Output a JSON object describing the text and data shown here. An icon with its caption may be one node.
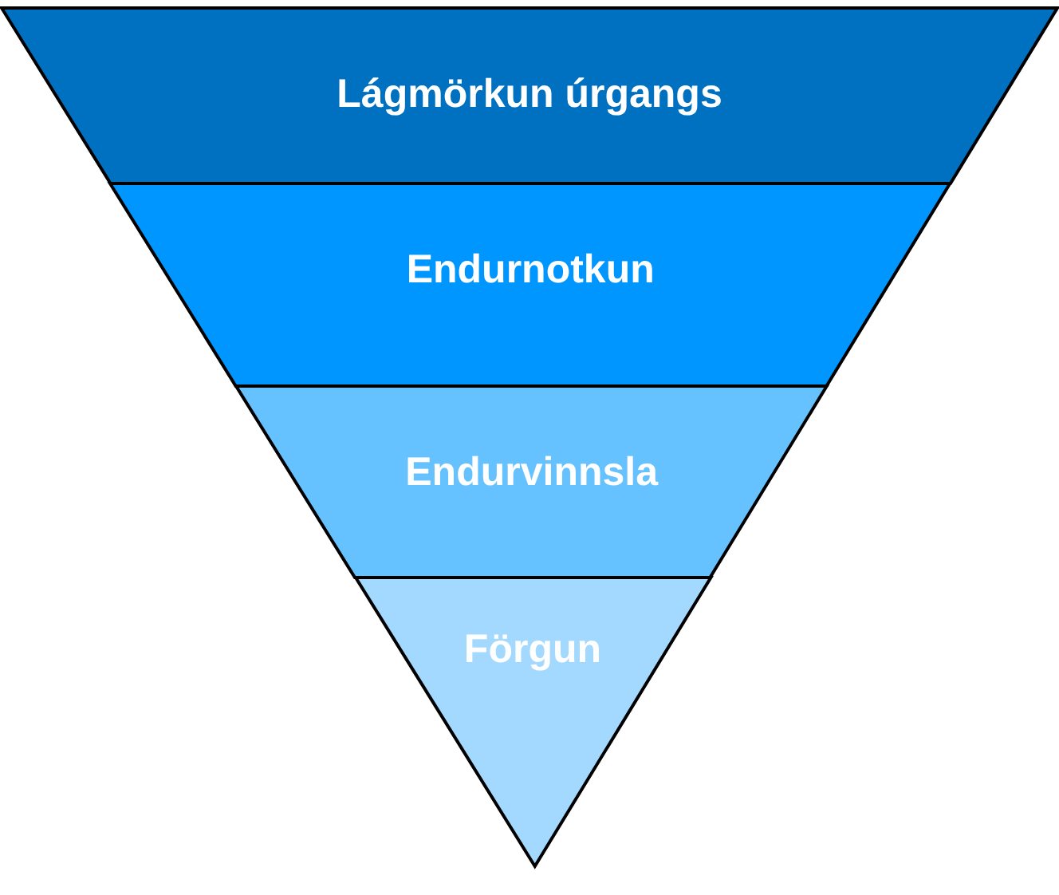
{
  "diagram": {
    "nodes": [
      {
        "text": [
          "Lágmörkun úrgangs"
        ]
      },
      {
        "text": [
          "Endurnotkun"
        ]
      },
      {
        "text": [
          "Endurvinnsla"
        ]
      },
      {
        "text": [
          "Förgun"
        ]
      }
    ]
  }
}
